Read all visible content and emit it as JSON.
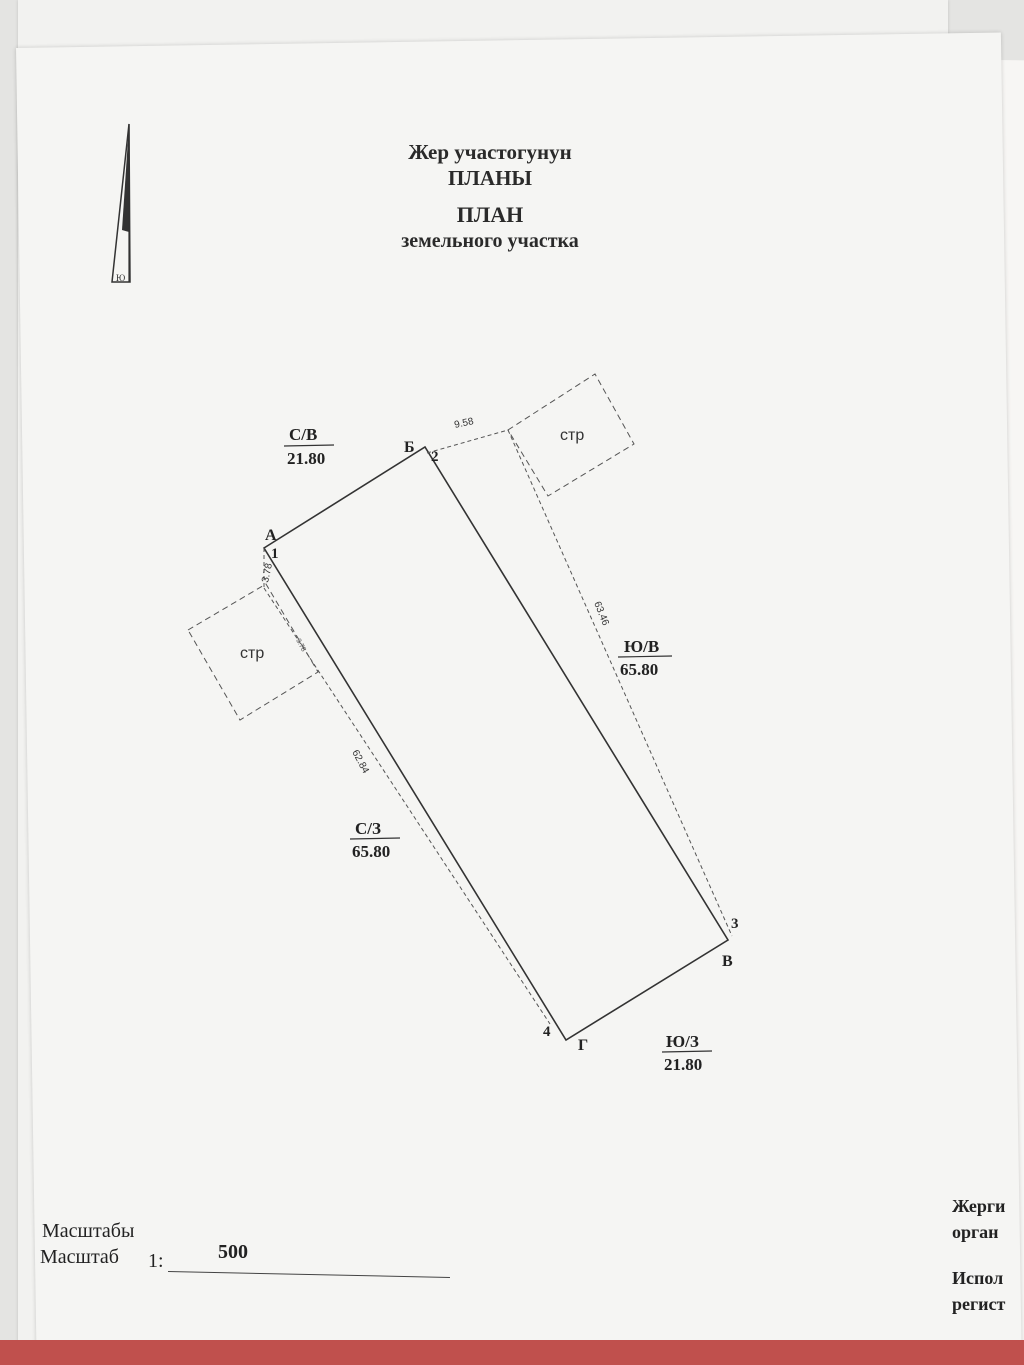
{
  "header": {
    "line1": "Жер участогунун",
    "line2": "ПЛАНЫ",
    "line3": "ПЛАН",
    "line4": "земельного участка"
  },
  "compass": {
    "label": "Ю"
  },
  "plan": {
    "points": {
      "A_letter": "А",
      "A_num": "1",
      "B_letter": "Б",
      "B_num": "2",
      "V_letter": "В",
      "V_num": "3",
      "G_letter": "Г",
      "G_num": "4"
    },
    "sides": {
      "nw_short": {
        "dir": "С/В",
        "len": "21.80"
      },
      "se_long": {
        "dir": "Ю/В",
        "len": "65.80"
      },
      "nw_long": {
        "dir": "С/З",
        "len": "65.80"
      },
      "sw_short": {
        "dir": "Ю/З",
        "len": "21.80"
      }
    },
    "measures": {
      "top_gap": "9.58",
      "left_gap": "3.78",
      "right_diag": "63.46",
      "left_diag": "62.84",
      "left_small": "3.78"
    },
    "structures": {
      "top": "стр",
      "left": "стр"
    }
  },
  "scale": {
    "label_ky": "Масштабы",
    "label_ru": "Масштаб",
    "prefix": "1:",
    "value": "500"
  },
  "right_page": {
    "line1": "Жерги",
    "line2": "орган",
    "line3": "Испол",
    "line4": "регист"
  }
}
